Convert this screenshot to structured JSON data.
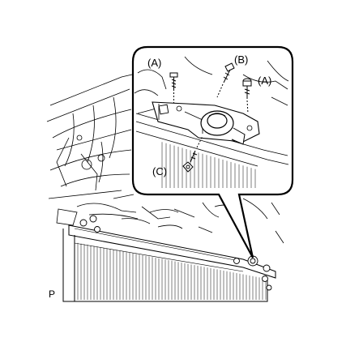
{
  "callouts": {
    "a_top_left": "(A)",
    "b": "(B)",
    "a_right": "(A)",
    "c": "(C)"
  },
  "figure_code": "P",
  "colors": {
    "line": "#000000",
    "background": "#ffffff"
  }
}
